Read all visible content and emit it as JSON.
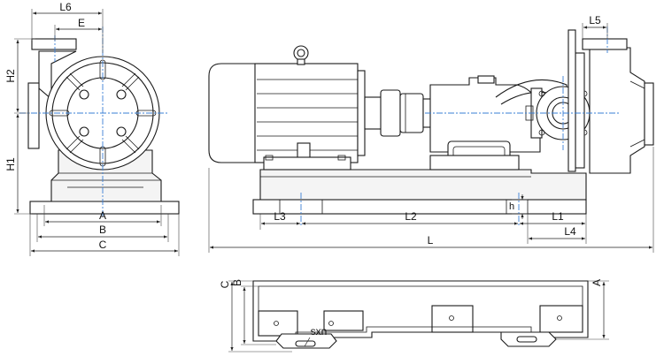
{
  "dimensions": {
    "L6": "L6",
    "E": "E",
    "L5": "L5",
    "H2": "H2",
    "H1": "H1",
    "A": "A",
    "B": "B",
    "C": "C",
    "L3": "L3",
    "L2": "L2",
    "L1": "L1",
    "L4": "L4",
    "L": "L",
    "h": "h",
    "C_plan": "C",
    "B_plan": "B",
    "A_plan": "A",
    "sxn": "sxn"
  },
  "colors": {
    "line": "#1a1a1a",
    "centerline": "#3a7fd5"
  }
}
